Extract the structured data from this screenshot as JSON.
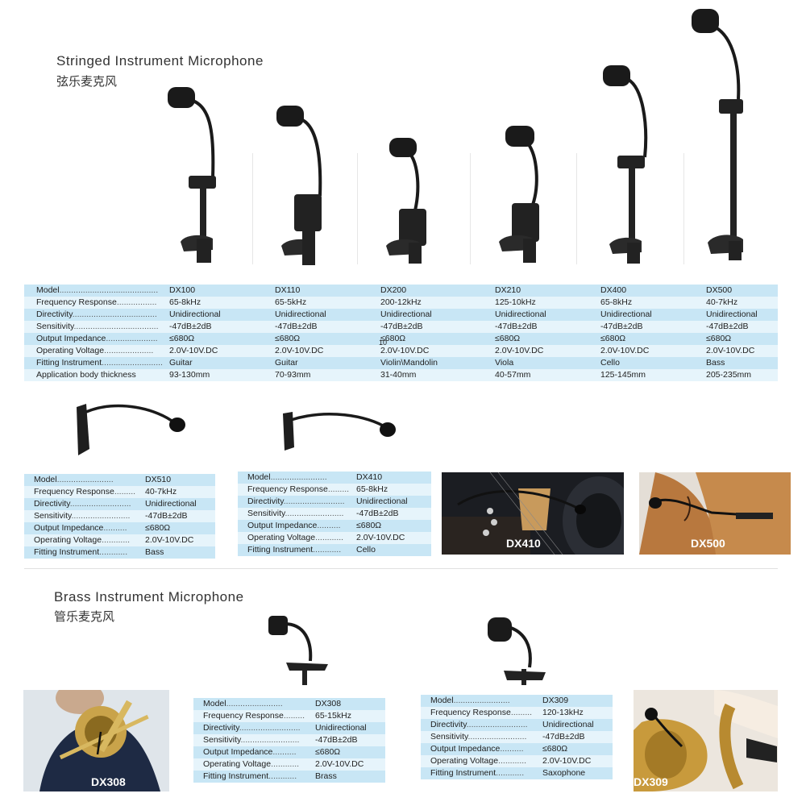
{
  "stringed": {
    "title_en": "Stringed Instrument Microphone",
    "title_cn": "弦乐麦克风",
    "labels": [
      "Model",
      "Frequency Response",
      "Directivity",
      "Sensitivity",
      "Output Impedance",
      "Operating Voltage",
      "Fitting Instrument",
      "Application body thickness"
    ],
    "stray_number": "10",
    "models": [
      {
        "model": "DX100",
        "freq": "65-8kHz",
        "dir": "Unidirectional",
        "sens": "-47dB±2dB",
        "imp": "≤680Ω",
        "volt": "2.0V-10V.DC",
        "fit": "Guitar",
        "thick": "93-130mm"
      },
      {
        "model": "DX110",
        "freq": "65-5kHz",
        "dir": "Unidirectional",
        "sens": "-47dB±2dB",
        "imp": "≤680Ω",
        "volt": "2.0V-10V.DC",
        "fit": "Guitar",
        "thick": "70-93mm"
      },
      {
        "model": "DX200",
        "freq": "200-12kHz",
        "dir": "Unidirectional",
        "sens": "-47dB±2dB",
        "imp": "≤680Ω",
        "volt": "2.0V-10V.DC",
        "fit": "Violin\\Mandolin",
        "thick": "31-40mm"
      },
      {
        "model": "DX210",
        "freq": "125-10kHz",
        "dir": "Unidirectional",
        "sens": "-47dB±2dB",
        "imp": "≤680Ω",
        "volt": "2.0V-10V.DC",
        "fit": "Viola",
        "thick": "40-57mm"
      },
      {
        "model": "DX400",
        "freq": "65-8kHz",
        "dir": "Unidirectional",
        "sens": "-47dB±2dB",
        "imp": "≤680Ω",
        "volt": "2.0V-10V.DC",
        "fit": "Cello",
        "thick": "125-145mm"
      },
      {
        "model": "DX500",
        "freq": "40-7kHz",
        "dir": "Unidirectional",
        "sens": "-47dB±2dB",
        "imp": "≤680Ω",
        "volt": "2.0V-10V.DC",
        "fit": "Bass",
        "thick": "205-235mm"
      }
    ]
  },
  "clip_tables": [
    {
      "labels": [
        "Model",
        "Frequency Response",
        "Directivity",
        "Sensitivity",
        "Output Impedance",
        "Operating Voltage",
        "Fitting Instrument"
      ],
      "values": [
        "DX510",
        "40-7kHz",
        "Unidirectional",
        "-47dB±2dB",
        "≤680Ω",
        "2.0V-10V.DC",
        "Bass"
      ]
    },
    {
      "labels": [
        "Model",
        "Frequency Response",
        "Directivity",
        "Sensitivity",
        "Output Impedance",
        "Operating Voltage",
        "Fitting Instrument"
      ],
      "values": [
        "DX410",
        "65-8kHz",
        "Unidirectional",
        "-47dB±2dB",
        "≤680Ω",
        "2.0V-10V.DC",
        "Cello"
      ]
    }
  ],
  "photos": {
    "p1": "DX410",
    "p2": "DX500",
    "p3": "DX308",
    "p4": "DX309"
  },
  "brass": {
    "title_en": "Brass Instrument Microphone",
    "title_cn": "管乐麦克风",
    "tables": [
      {
        "labels": [
          "Model",
          "Frequency Response",
          "Directivity",
          "Sensitivity",
          "Output Impedance",
          "Operating Voltage",
          "Fitting Instrument"
        ],
        "values": [
          "DX308",
          "65-15kHz",
          "Unidirectional",
          "-47dB±2dB",
          "≤680Ω",
          "2.0V-10V.DC",
          "Brass"
        ]
      },
      {
        "labels": [
          "Model",
          "Frequency Response",
          "Directivity",
          "Sensitivity",
          "Output Impedance",
          "Operating Voltage",
          "Fitting Instrument"
        ],
        "values": [
          "DX309",
          "120-13kHz",
          "Unidirectional",
          "-47dB±2dB",
          "≤680Ω",
          "2.0V-10V.DC",
          "Saxophone"
        ]
      }
    ]
  },
  "colors": {
    "band_dark": "#c8e6f5",
    "band_light": "#e6f4fb",
    "mic_black": "#1a1a1a"
  }
}
